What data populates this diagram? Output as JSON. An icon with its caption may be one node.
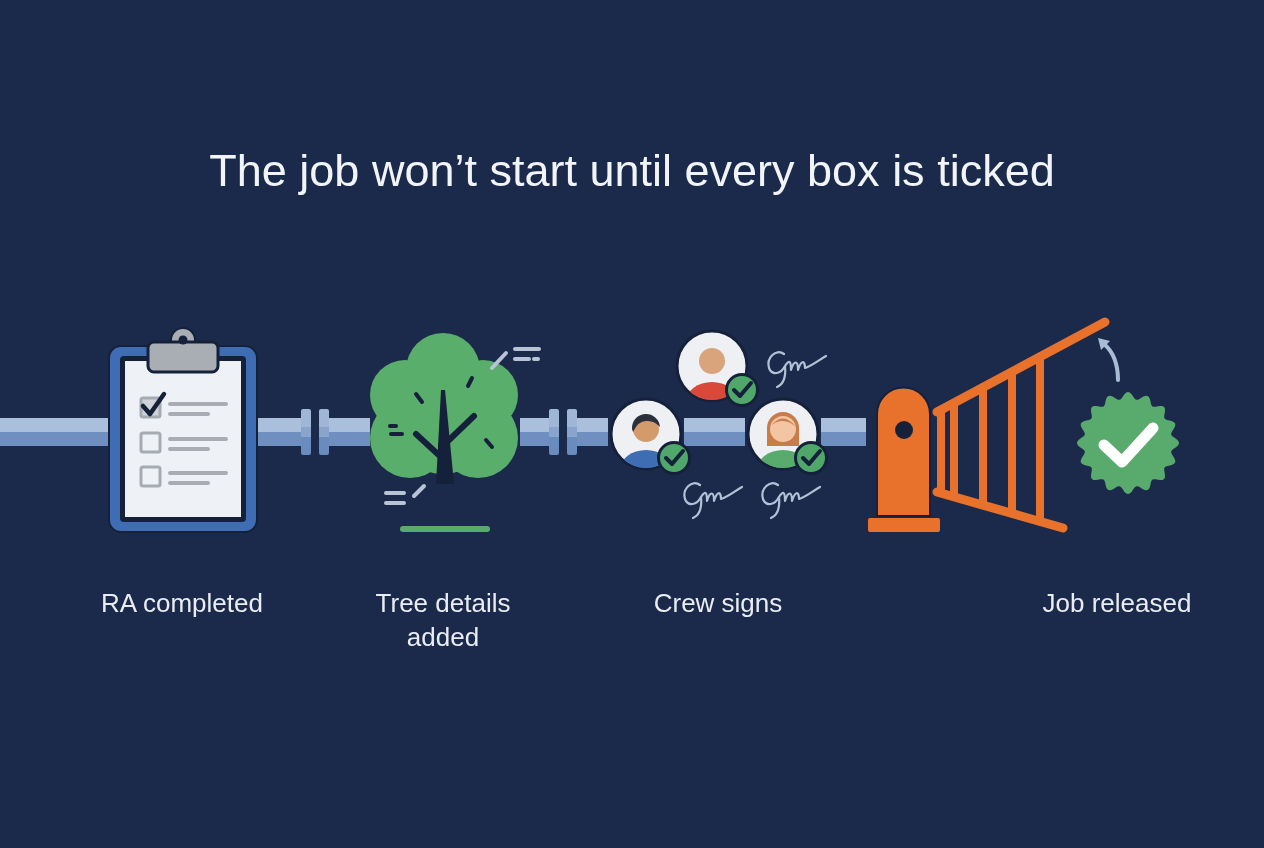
{
  "diagram": {
    "title": "The job won’t start until every box is ticked",
    "nodes": [
      {
        "text": [],
        "shape": "picture",
        "beside": [
          "RA completed"
        ]
      },
      {
        "text": [],
        "shape": "picture",
        "beside": [
          "Tree details added"
        ]
      },
      {
        "text": [],
        "shape": "person"
      },
      {
        "text": [],
        "shape": "person"
      },
      {
        "text": [],
        "shape": "person"
      },
      {
        "text": [],
        "shape": "picture"
      },
      {
        "text": [],
        "shape": "badge",
        "beside": [
          "Job released"
        ]
      }
    ],
    "edges": [
      {
        "from": null,
        "to": 0,
        "arrow": "none"
      },
      {
        "from": 0,
        "to": 1,
        "arrow": "none"
      },
      {
        "from": 1,
        "to": 3,
        "arrow": "none"
      },
      {
        "from": 3,
        "to": 4,
        "arrow": "none"
      },
      {
        "from": 4,
        "to": 5,
        "arrow": "none"
      }
    ],
    "labels": [
      "Crew signs"
    ]
  }
}
